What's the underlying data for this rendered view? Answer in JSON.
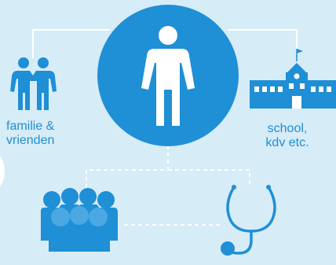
{
  "diagram": {
    "nodes": [
      {
        "id": "person",
        "icon": "person-icon"
      },
      {
        "id": "family",
        "icon": "family-icon",
        "label_lines": [
          "familie &",
          "vrienden"
        ]
      },
      {
        "id": "school",
        "icon": "school-building-icon",
        "label_lines": [
          "school,",
          "kdv etc."
        ]
      },
      {
        "id": "group",
        "icon": "group-of-people-icon"
      },
      {
        "id": "healthcare",
        "icon": "stethoscope-icon"
      }
    ],
    "edges": [
      {
        "from": "person",
        "to": "family",
        "style": "solid"
      },
      {
        "from": "person",
        "to": "school",
        "style": "solid"
      },
      {
        "from": "person",
        "to": "group",
        "style": "dashed"
      },
      {
        "from": "person",
        "to": "healthcare",
        "style": "dashed"
      },
      {
        "from": "group",
        "to": "healthcare",
        "style": "dashed"
      }
    ]
  },
  "colors": {
    "background": "#d6ecf7",
    "accent": "#1f8fd6",
    "line": "#ffffff"
  }
}
